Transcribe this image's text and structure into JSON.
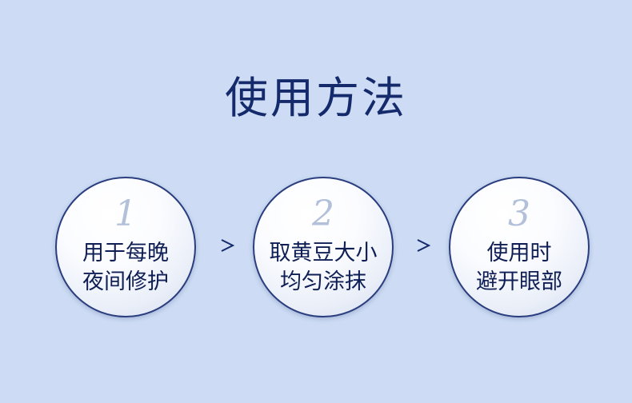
{
  "title": "使用方法",
  "colors": {
    "background": "#cddcf4",
    "title": "#142a6b",
    "circle_border": "#2a3d7e",
    "number": "#b3c0d9",
    "step_text": "#0f1f55"
  },
  "steps": [
    {
      "number": "1",
      "line1": "用于每晚",
      "line2": "夜间修护"
    },
    {
      "number": "2",
      "line1": "取黄豆大小",
      "line2": "均匀涂抹"
    },
    {
      "number": "3",
      "line1": "使用时",
      "line2": "避开眼部"
    }
  ],
  "separator_icon": "chevron-right-icon"
}
